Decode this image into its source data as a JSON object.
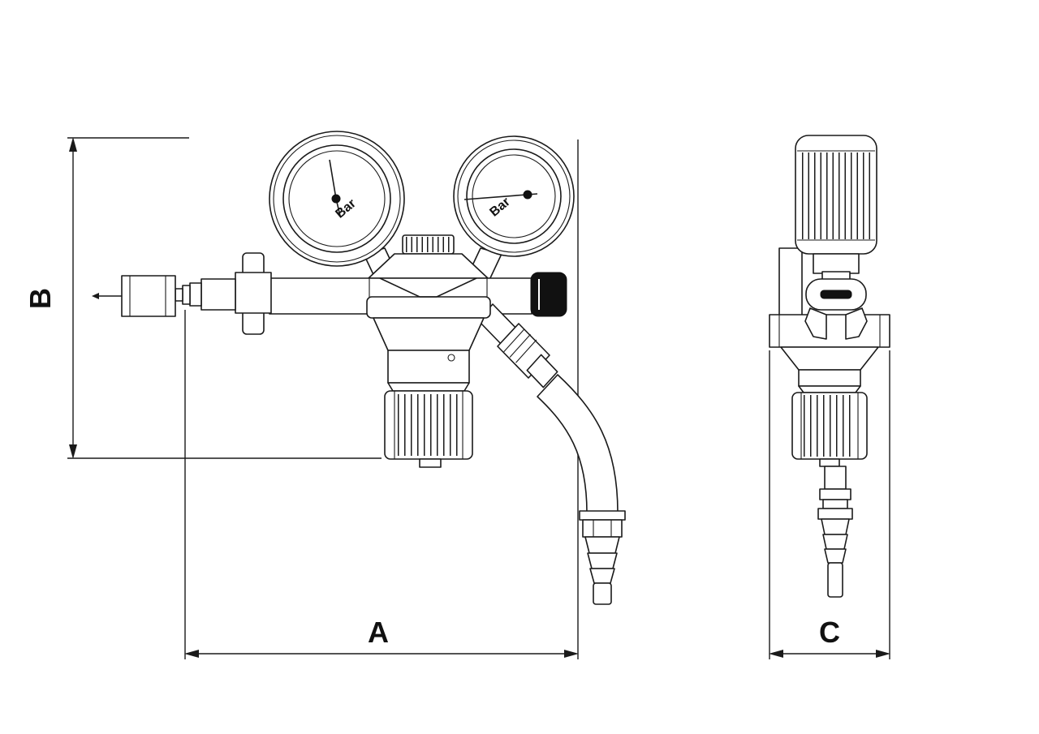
{
  "drawing": {
    "type": "technical-drawing",
    "subject": "dual-gauge pressure regulator, front and side views"
  },
  "dimension_labels": {
    "a": "A",
    "b": "B",
    "c": "C"
  },
  "gauge_labels": {
    "left": "Bar",
    "right": "Bar"
  },
  "colors": {
    "line": "#1a1a1a",
    "background": "#ffffff",
    "knob": "#111111"
  }
}
